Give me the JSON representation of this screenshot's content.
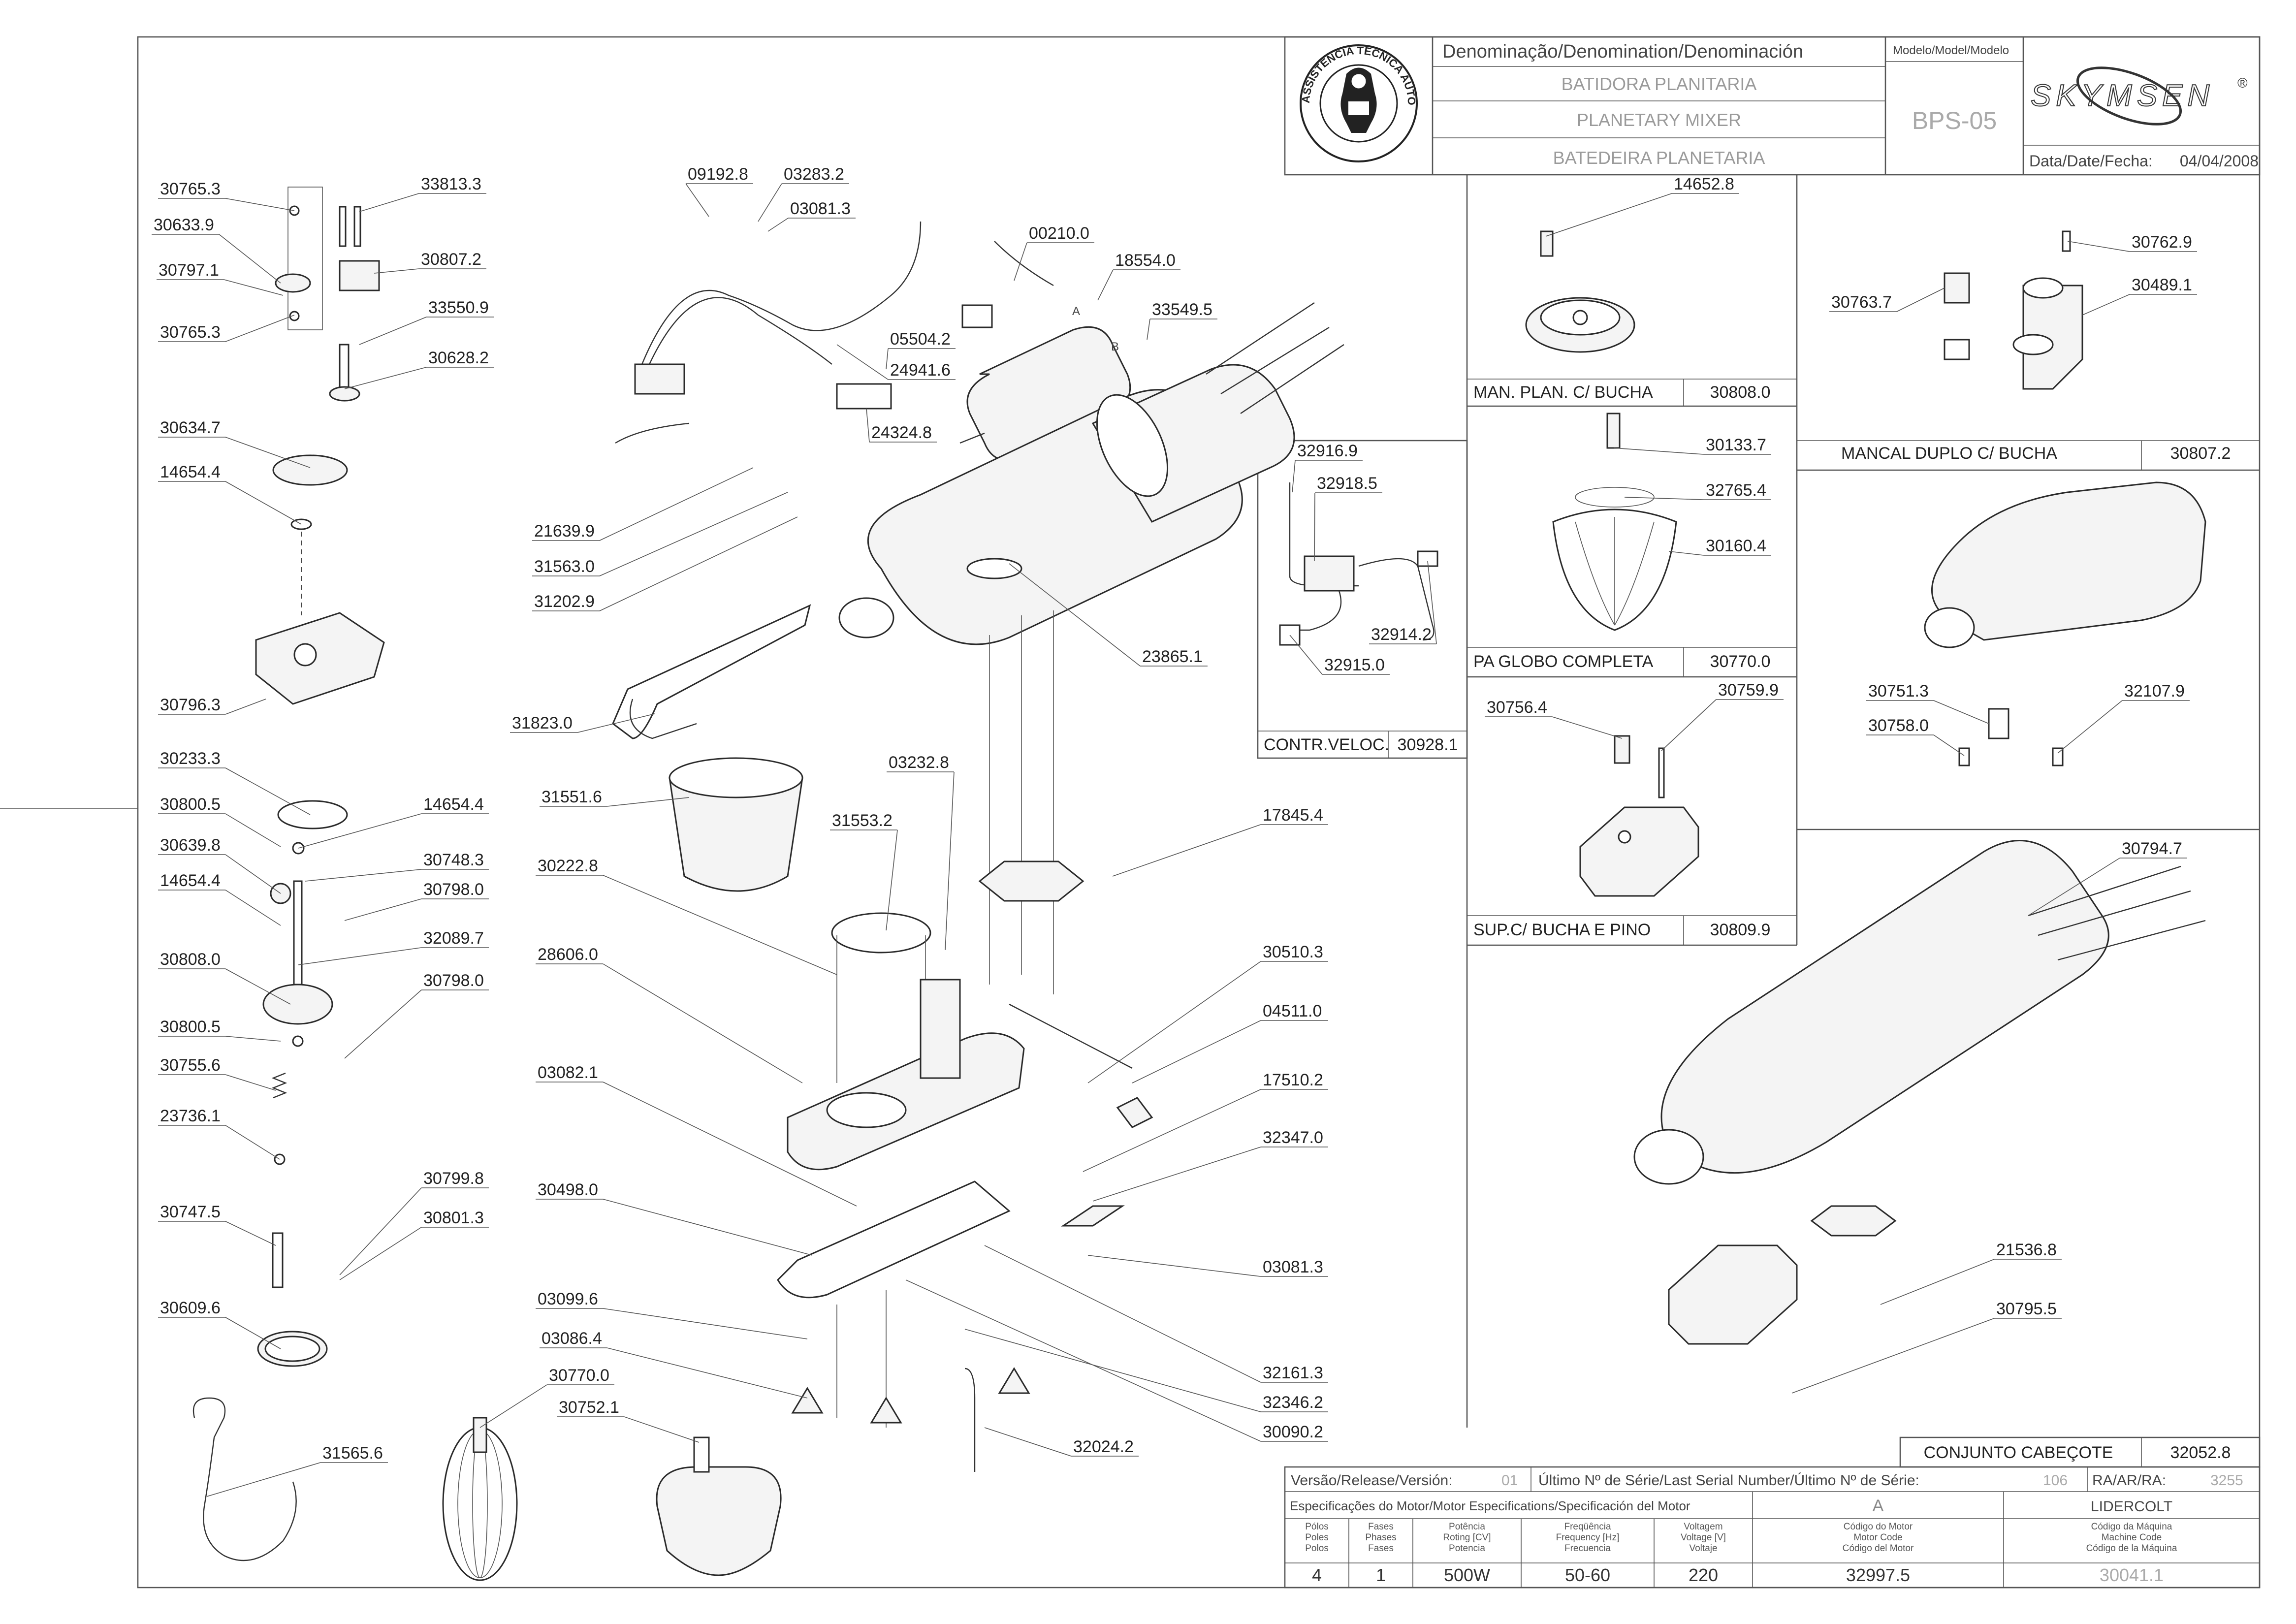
{
  "title_block": {
    "denomination_label": "Denominação/Denomination/Denominación",
    "model_label": "Modelo/Model/Modelo",
    "name_pt": "BATIDORA PLANITARIA",
    "name_en": "PLANETARY MIXER",
    "name_es": "BATEDEIRA PLANETARIA",
    "model": "BPS-05",
    "brand": "SKYMSEN",
    "registered": "®",
    "date_label": "Data/Date/Fecha:",
    "date": "04/04/2008",
    "seal_text": "ASSISTÊNCIA TÉCNICA AUTORIZADA"
  },
  "subassemblies": [
    {
      "name": "MAN. PLAN. C/ BUCHA",
      "code": "30808.0"
    },
    {
      "name": "MANCAL DUPLO C/ BUCHA",
      "code": "30807.2"
    },
    {
      "name": "PA GLOBO COMPLETA",
      "code": "30770.0"
    },
    {
      "name": "CONTR.VELOC.",
      "code": "30928.1"
    },
    {
      "name": "SUP.C/ BUCHA E PINO",
      "code": "30809.9"
    },
    {
      "name": "CONJUNTO CABEÇOTE",
      "code": "32052.8"
    }
  ],
  "part_labels": {
    "left": [
      "30765.3",
      "33813.3",
      "30633.9",
      "30807.2",
      "30797.1",
      "33550.9",
      "30765.3",
      "30628.2",
      "30634.7",
      "14654.4",
      "30796.3",
      "30233.3",
      "14654.4",
      "30800.5",
      "30639.8",
      "30748.3",
      "14654.4",
      "30798.0",
      "32089.7",
      "30808.0",
      "30798.0",
      "30800.5",
      "30755.6",
      "23736.1",
      "30799.8",
      "30747.5",
      "30801.3",
      "30609.6",
      "31565.6"
    ],
    "center_top": [
      "09192.8",
      "03283.2",
      "03081.3",
      "00210.0",
      "18554.0",
      "33549.5",
      "05504.2",
      "24941.6",
      "24324.8",
      "21639.9",
      "31563.0",
      "31202.9",
      "23865.1",
      "31823.0"
    ],
    "center_mid": [
      "31551.6",
      "03232.8",
      "31553.2",
      "30222.8",
      "17845.4",
      "28606.0",
      "30510.3",
      "04511.0",
      "03082.1",
      "17510.2",
      "32347.0",
      "30498.0",
      "03081.3",
      "03099.6",
      "03086.4",
      "32161.3",
      "30770.0",
      "32346.2",
      "30752.1",
      "30090.2",
      "32024.2"
    ],
    "speed_control": [
      "32916.9",
      "32918.5",
      "32914.2",
      "32915.0"
    ],
    "plan_man": [
      "14652.8"
    ],
    "double_bearing": [
      "30762.9",
      "30763.7",
      "30489.1"
    ],
    "whisk": [
      "30133.7",
      "32765.4",
      "30160.4"
    ],
    "support": [
      "30756.4",
      "30759.9"
    ],
    "head": [
      "30751.3",
      "30758.0",
      "32107.9",
      "30794.7",
      "21536.8",
      "30795.5"
    ],
    "wire_markers": [
      "A",
      "B"
    ]
  },
  "footer": {
    "version_label": "Versão/Release/Versión:",
    "version": "01",
    "serial_label": "Último Nº de Série/Last Serial Number/Último Nº de Série:",
    "serial": "106",
    "ra_label": "RA/AR/RA:",
    "ra": "3255",
    "motor_spec_label": "Especificações do Motor/Motor Especifications/Specificación del Motor",
    "motor_letter": "A",
    "motor_maker": "LIDERCOLT",
    "columns": [
      [
        "Pólos",
        "Poles",
        "Polos"
      ],
      [
        "Fases",
        "Phases",
        "Fases"
      ],
      [
        "Potência",
        "Roting [CV]",
        "Potencia"
      ],
      [
        "Freqüência",
        "Frequency [Hz]",
        "Frecuencia"
      ],
      [
        "Voltagem",
        "Voltage [V]",
        "Voltaje"
      ],
      [
        "Código do Motor",
        "Motor Code",
        "Código del Motor"
      ],
      [
        "Código da Máquina",
        "Machine Code",
        "Código de la Máquina"
      ]
    ],
    "values": [
      "4",
      "1",
      "500W",
      "50-60",
      "220",
      "32997.5",
      "30041.1"
    ]
  },
  "colors": {
    "line": "#333333",
    "grey_text": "#9a9a9a",
    "background": "#ffffff"
  }
}
